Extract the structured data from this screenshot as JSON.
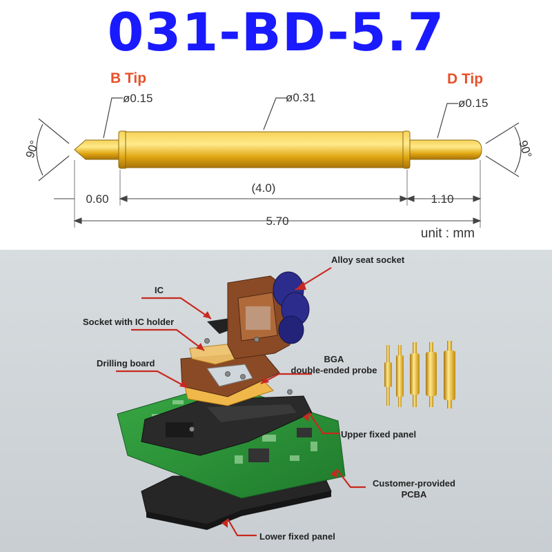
{
  "title": "031-BD-5.7",
  "spec": {
    "b_tip_label": "B Tip",
    "d_tip_label": "D Tip",
    "b_tip_diameter": "ø0.15",
    "barrel_diameter": "ø0.31",
    "d_tip_diameter": "ø0.15",
    "left_angle": "90°",
    "right_angle": "90°",
    "len_b_tip": "0.60",
    "len_barrel": "(4.0)",
    "len_d_tip": "1.10",
    "len_total": "5.70",
    "unit": "unit : mm"
  },
  "assembly": {
    "labels": {
      "alloy_seat_socket": "Alloy seat socket",
      "ic": "IC",
      "socket_with_ic_holder": "Socket with IC holder",
      "drilling_board": "Drilling board",
      "bga_probe_line1": "BGA",
      "bga_probe_line2": "double-ended probe",
      "upper_fixed_panel": "Upper fixed panel",
      "pcba_line1": "Customer-provided",
      "pcba_line2": "PCBA",
      "lower_fixed_panel": "Lower fixed panel"
    }
  },
  "colors": {
    "title": "#1a1aff",
    "tip_label": "#e8502a",
    "pin_gold": "#e9b21c",
    "leader": "#c8281e",
    "pcb_green": "#2e9a3a",
    "panel_dark": "#262626",
    "socket_brown": "#8a4a26",
    "lid_blue": "#2c2c8c"
  }
}
